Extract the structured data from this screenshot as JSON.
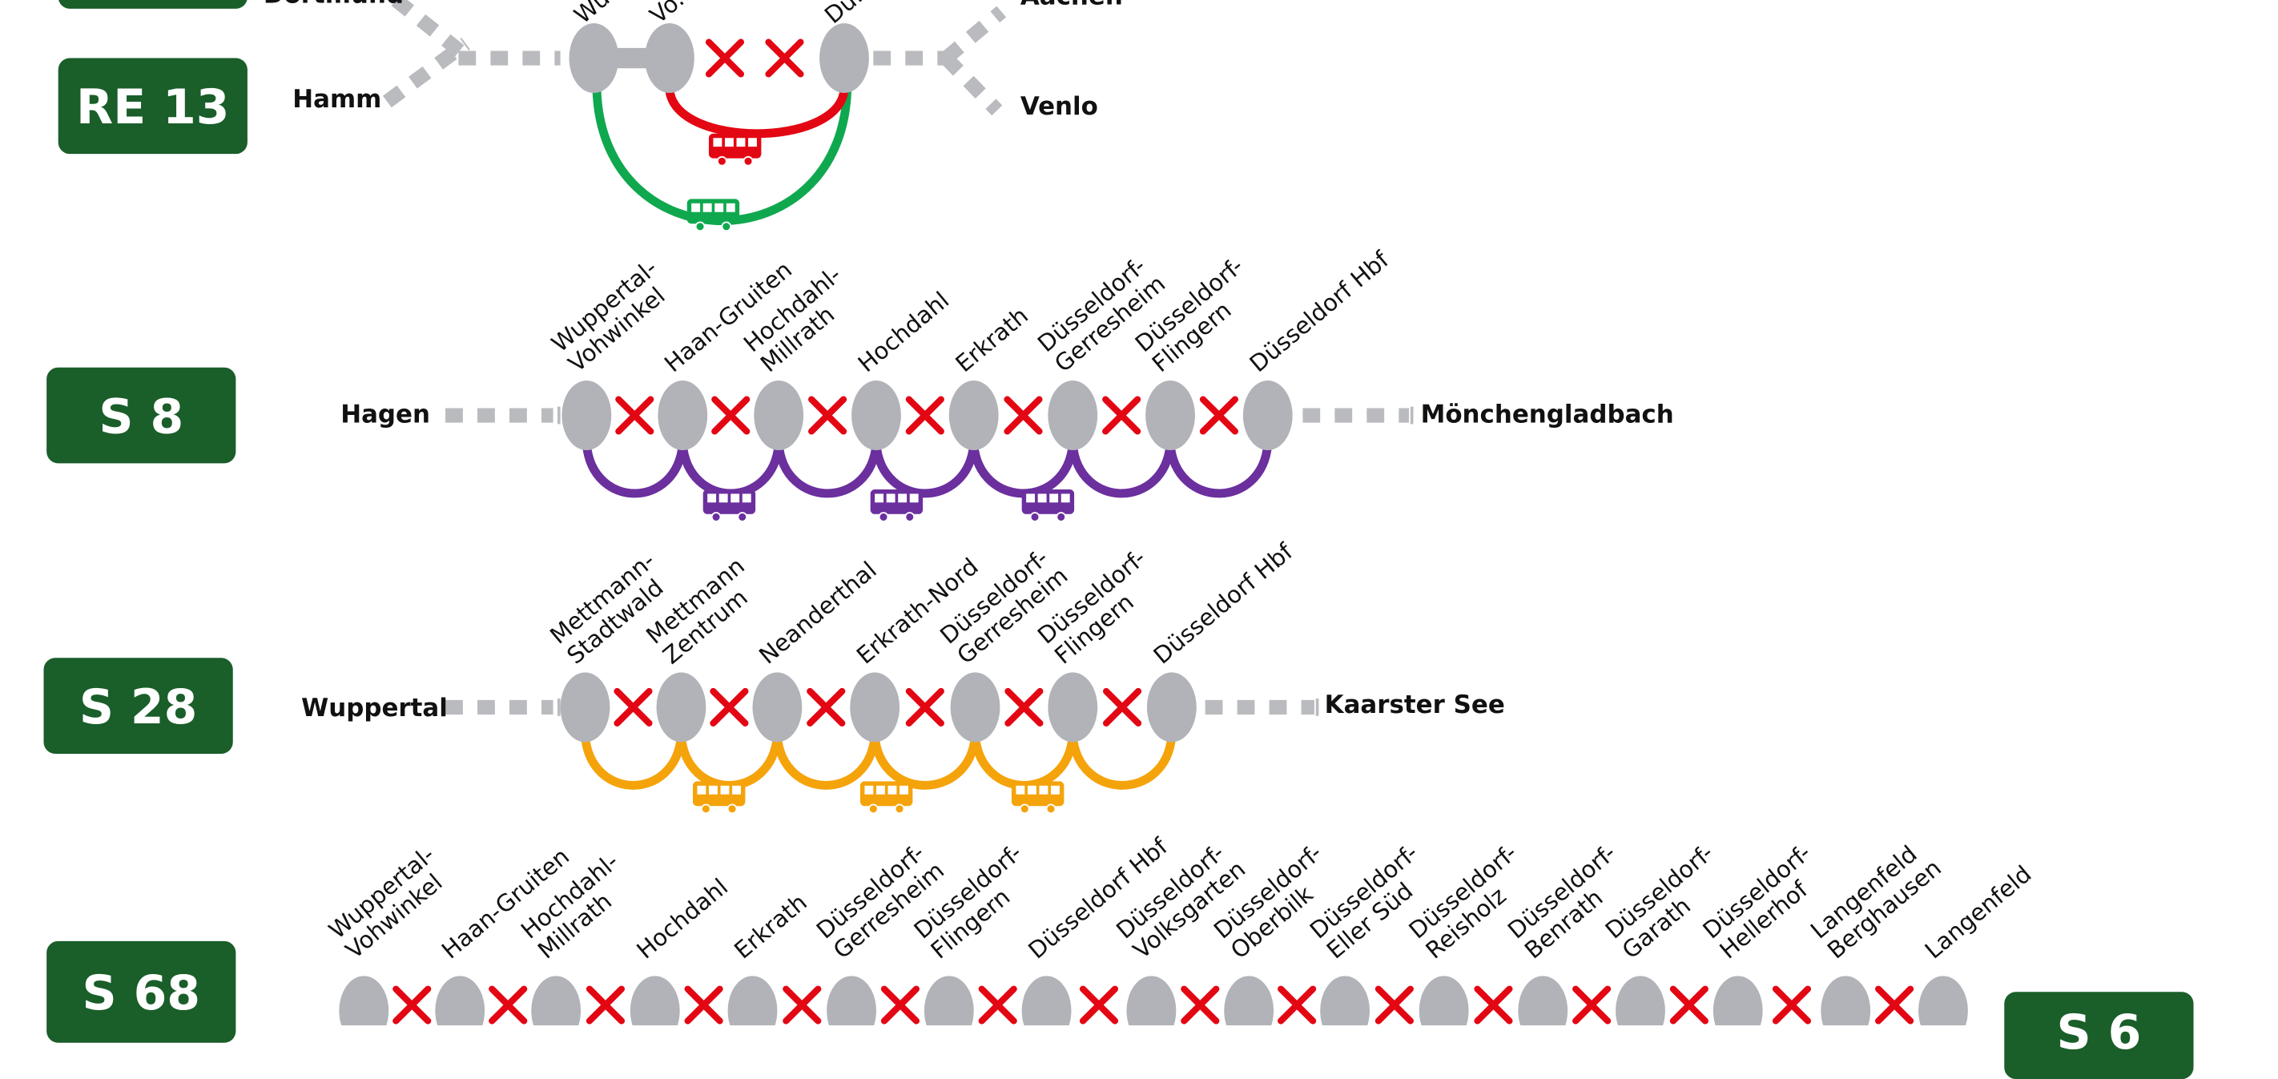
{
  "colors": {
    "badge": "#1a5e2a",
    "station": "#b1b3b8",
    "closure": "#e30613",
    "dash": "#b9bbbf",
    "re13_bus_a": "#e30613",
    "re13_bus_b": "#10a84f",
    "s8_bus": "#6b2f9e",
    "s28_bus": "#f5a30a"
  },
  "lines": {
    "re13": {
      "badge": "RE 13",
      "west_termini": [
        "Dortmund",
        "Hamm"
      ],
      "east_termini": [
        "Aachen",
        "Venlo"
      ],
      "stations": [
        {
          "lines": [
            "Wu..."
          ]
        },
        {
          "lines": [
            "Vo..."
          ]
        },
        {
          "lines": [
            "Dü..."
          ]
        }
      ],
      "bus_icons": [
        "bus-icon",
        "bus-icon"
      ]
    },
    "s8": {
      "badge": "S 8",
      "west_terminus": "Hagen",
      "east_terminus": "Mönchengladbach",
      "stations": [
        {
          "lines": [
            "Wuppertal-",
            "Vohwinkel"
          ]
        },
        {
          "lines": [
            "Haan-Gruiten"
          ]
        },
        {
          "lines": [
            "Hochdahl-",
            "Millrath"
          ]
        },
        {
          "lines": [
            "Hochdahl"
          ]
        },
        {
          "lines": [
            "Erkrath"
          ]
        },
        {
          "lines": [
            "Düsseldorf-",
            "Gerresheim"
          ]
        },
        {
          "lines": [
            "Düsseldorf-",
            "Flingern"
          ]
        },
        {
          "lines": [
            "Düsseldorf Hbf"
          ]
        }
      ],
      "bus_icons": [
        "bus-icon",
        "bus-icon",
        "bus-icon"
      ]
    },
    "s28": {
      "badge": "S 28",
      "west_terminus": "Wuppertal",
      "east_terminus": "Kaarster See",
      "stations": [
        {
          "lines": [
            "Mettmann-",
            "Stadtwald"
          ]
        },
        {
          "lines": [
            "Mettmann",
            "Zentrum"
          ]
        },
        {
          "lines": [
            "Neanderthal"
          ]
        },
        {
          "lines": [
            "Erkrath-Nord"
          ]
        },
        {
          "lines": [
            "Düsseldorf-",
            "Gerresheim"
          ]
        },
        {
          "lines": [
            "Düsseldorf-",
            "Flingern"
          ]
        },
        {
          "lines": [
            "Düsseldorf Hbf"
          ]
        }
      ],
      "bus_icons": [
        "bus-icon",
        "bus-icon",
        "bus-icon"
      ]
    },
    "s68": {
      "badge": "S 68",
      "stations": [
        {
          "lines": [
            "Wuppertal-",
            "Vohwinkel"
          ]
        },
        {
          "lines": [
            "Haan-Gruiten"
          ]
        },
        {
          "lines": [
            "Hochdahl-",
            "Millrath"
          ]
        },
        {
          "lines": [
            "Hochdahl"
          ]
        },
        {
          "lines": [
            "Erkrath"
          ]
        },
        {
          "lines": [
            "Düsseldorf-",
            "Gerresheim"
          ]
        },
        {
          "lines": [
            "Düsseldorf-",
            "Flingern"
          ]
        },
        {
          "lines": [
            "Düsseldorf Hbf"
          ]
        },
        {
          "lines": [
            "Düsseldorf-",
            "Volksgarten"
          ]
        },
        {
          "lines": [
            "Düsseldorf-",
            "Oberbilk"
          ]
        },
        {
          "lines": [
            "Düsseldorf-",
            "Eller Süd"
          ]
        },
        {
          "lines": [
            "Düsseldorf-",
            "Reisholz"
          ]
        },
        {
          "lines": [
            "Düsseldorf-",
            "Benrath"
          ]
        },
        {
          "lines": [
            "Düsseldorf-",
            "Garath"
          ]
        },
        {
          "lines": [
            "Düsseldorf-",
            "Hellerhof"
          ]
        },
        {
          "lines": [
            "Langenfeld",
            "Berghausen"
          ]
        },
        {
          "lines": [
            "Langenfeld"
          ]
        }
      ]
    },
    "s6": {
      "badge": "S 6"
    }
  }
}
